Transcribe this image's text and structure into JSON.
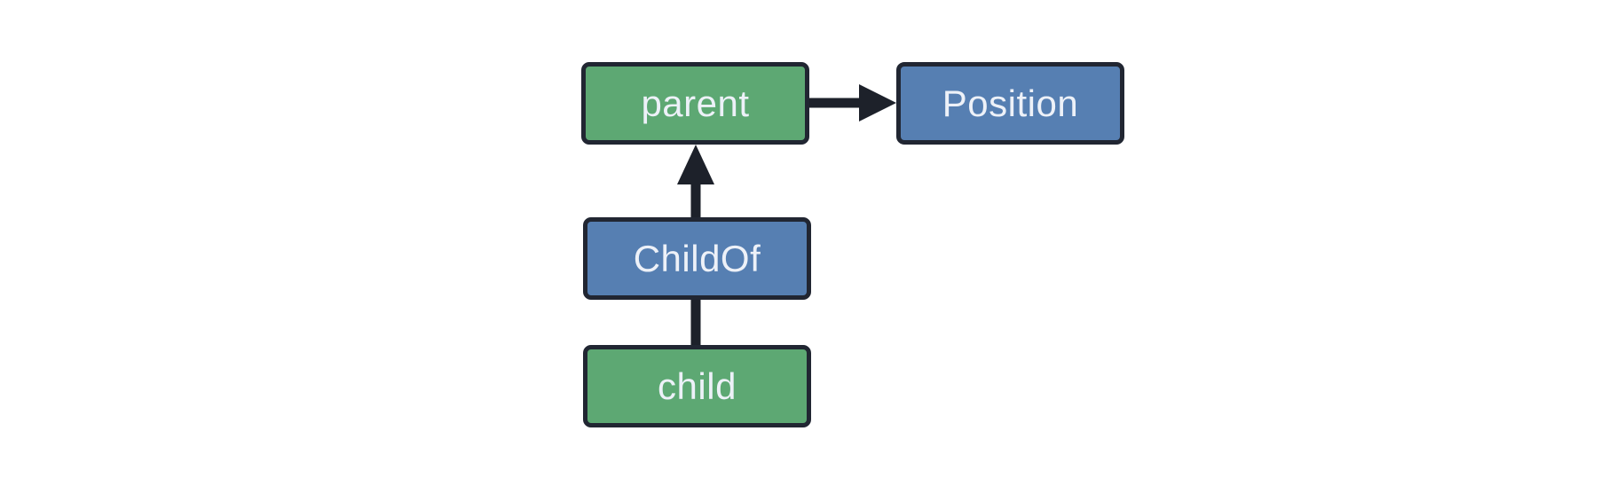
{
  "background": "#ffffff",
  "colors": {
    "background": "#ffffff",
    "entity-fill": "#5da873",
    "component-fill": "#567fb2",
    "node-border": "#212632",
    "arrow": "#1d212a",
    "node-text": "#edf1f8"
  },
  "diagram": {
    "nodes": [
      {
        "id": "parent",
        "label": "parent",
        "kind": "entity"
      },
      {
        "id": "position",
        "label": "Position",
        "kind": "component"
      },
      {
        "id": "childof",
        "label": "ChildOf",
        "kind": "component"
      },
      {
        "id": "child",
        "label": "child",
        "kind": "entity"
      }
    ],
    "edges": [
      {
        "from": "parent",
        "to": "position",
        "style": "arrow",
        "direction": "right"
      },
      {
        "from": "childof",
        "to": "parent",
        "style": "arrow",
        "direction": "up"
      },
      {
        "from": "child",
        "to": "childof",
        "style": "line",
        "direction": "up"
      }
    ]
  }
}
